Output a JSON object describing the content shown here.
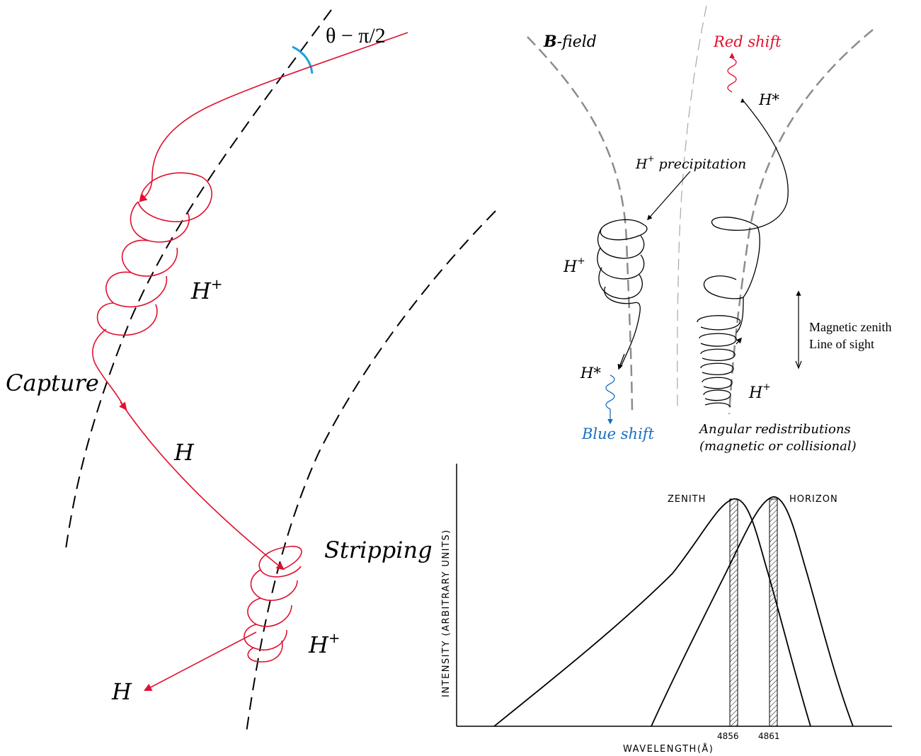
{
  "colors": {
    "trajectory": "#e0102e",
    "angle_arc": "#1aa3e0",
    "ink": "#000000",
    "field_line": "#8c8c8c",
    "red_label": "#e0102e",
    "blue_label": "#1a6fc0"
  },
  "left_panel": {
    "angle_label": "θ − π/2",
    "hplus_upper": "H",
    "hplus_upper_sup": "+",
    "capture_label": "Capture",
    "h_neutral_label": "H",
    "stripping_label": "Stripping",
    "hplus_lower": "H",
    "hplus_lower_sup": "+",
    "h_exit_label": "H"
  },
  "right_top_panel": {
    "bfield_bold": "B",
    "bfield_rest": "-field",
    "red_shift": "Red shift",
    "hstar_top": "H*",
    "precip_h": "H",
    "precip_sup": "+",
    "precip_rest": " precipitation",
    "hplus_left": "H",
    "hplus_left_sup": "+",
    "hstar_left": "H*",
    "blue_shift": "Blue shift",
    "hplus_right": "H",
    "hplus_right_sup": "+",
    "magnetic_zenith": "Magnetic zenith",
    "line_of_sight": "Line of sight",
    "angular_line1": "Angular redistributions",
    "angular_line2": "(magnetic or collisional)"
  },
  "chart_data": {
    "type": "line",
    "title": "",
    "xlabel": "WAVELENGTH(Å)",
    "ylabel": "INTENSITY (ARBITRARY UNITS)",
    "x_tick_labels": [
      "4856",
      "4861"
    ],
    "series": [
      {
        "name": "ZENITH",
        "peak_wavelength": 4856
      },
      {
        "name": "HORIZON",
        "peak_wavelength": 4861
      }
    ]
  }
}
